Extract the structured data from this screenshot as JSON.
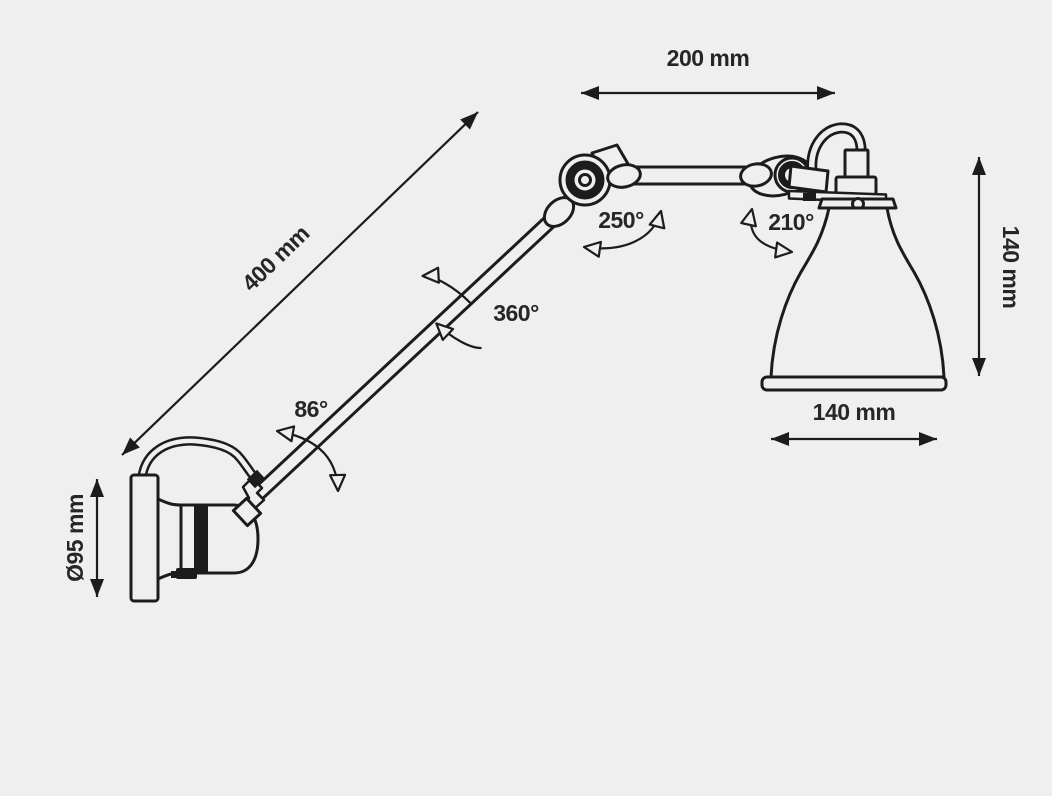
{
  "colors": {
    "background": "#efefef",
    "line": "#1c1c1c",
    "text": "#262626"
  },
  "dimensions": {
    "upper_arm_length": {
      "label": "200 mm",
      "value_mm": 200
    },
    "lower_arm_length": {
      "label": "400 mm",
      "value_mm": 400
    },
    "shade_height": {
      "label": "140 mm",
      "value_mm": 140
    },
    "shade_diameter": {
      "label": "140 mm",
      "value_mm": 140
    },
    "wall_base_diameter": {
      "label": "Ø95 mm",
      "value_mm": 95
    }
  },
  "angles": {
    "elbow_joint_swing": {
      "label": "250°",
      "value_deg": 250
    },
    "shade_joint_swing": {
      "label": "210°",
      "value_deg": 210
    },
    "arm_axial_rotation": {
      "label": "360°",
      "value_deg": 360
    },
    "base_joint_swing": {
      "label": "86°",
      "value_deg": 86
    }
  }
}
